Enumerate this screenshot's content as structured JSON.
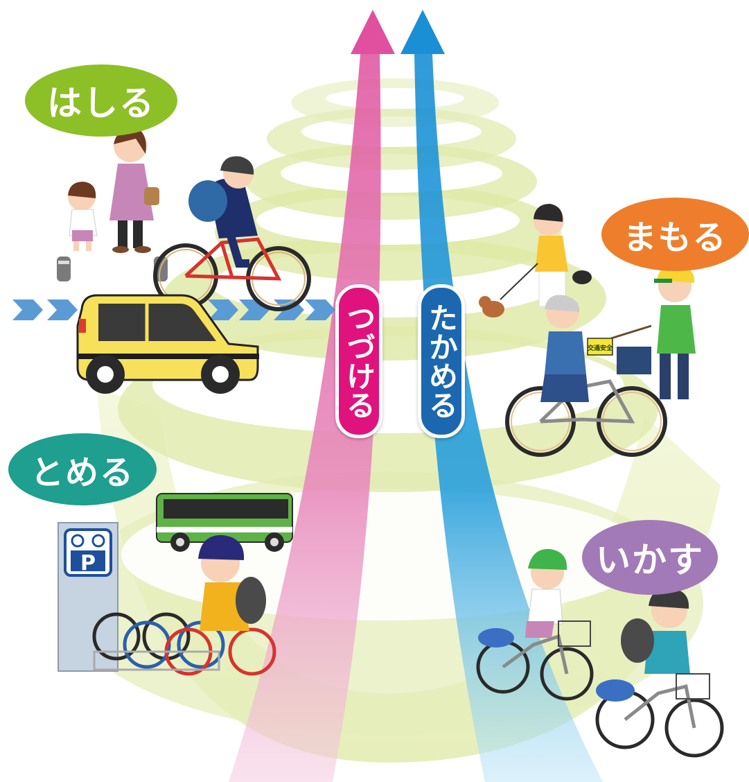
{
  "bubbles": {
    "hashiru": "はしる",
    "mamoru": "まもる",
    "tomeru": "とめる",
    "ikasu": "いかす"
  },
  "arrows": {
    "tsuzukeru": "つづける",
    "takameru": "たかめる"
  },
  "signs": {
    "traffic_safety_flag": "交通安全",
    "parking_letter": "P"
  },
  "colors": {
    "hashiru": "#8dbf27",
    "mamoru": "#ee7e2b",
    "tomeru": "#1e9f8f",
    "ikasu": "#a27ab8",
    "pink_arrow": "#e0137e",
    "blue_arrow": "#1b67b0",
    "rings": "#dfeaa8"
  }
}
